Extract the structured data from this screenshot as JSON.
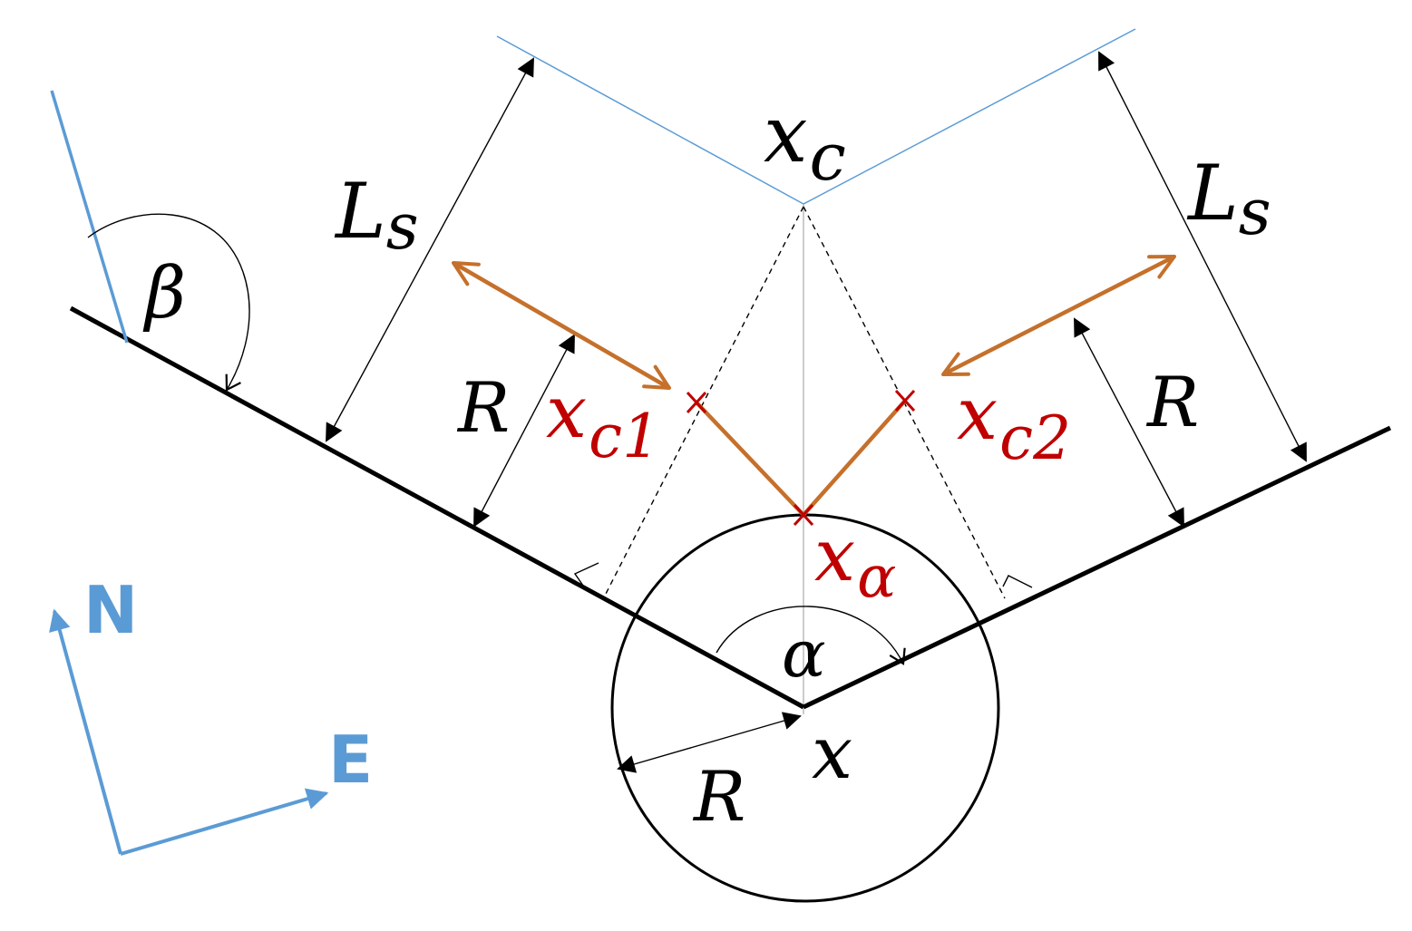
{
  "labels": {
    "xc": {
      "main": "x",
      "sub": "c"
    },
    "ls_left": {
      "main": "L",
      "sub": "s"
    },
    "ls_right": {
      "main": "L",
      "sub": "s"
    },
    "beta": "β",
    "r_left": "R",
    "r_right": "R",
    "r_circle": "R",
    "xc1": {
      "main": "x",
      "sub": "c1"
    },
    "xc2": {
      "main": "x",
      "sub": "c2"
    },
    "xalpha": {
      "main": "x",
      "sub": "α"
    },
    "alpha": "α",
    "x": "x",
    "north": "N",
    "east": "E"
  },
  "colors": {
    "black": "#000000",
    "blue": "#5b9bd5",
    "orange": "#c5702b",
    "red": "#c00000",
    "gray": "#aaaaaa"
  }
}
